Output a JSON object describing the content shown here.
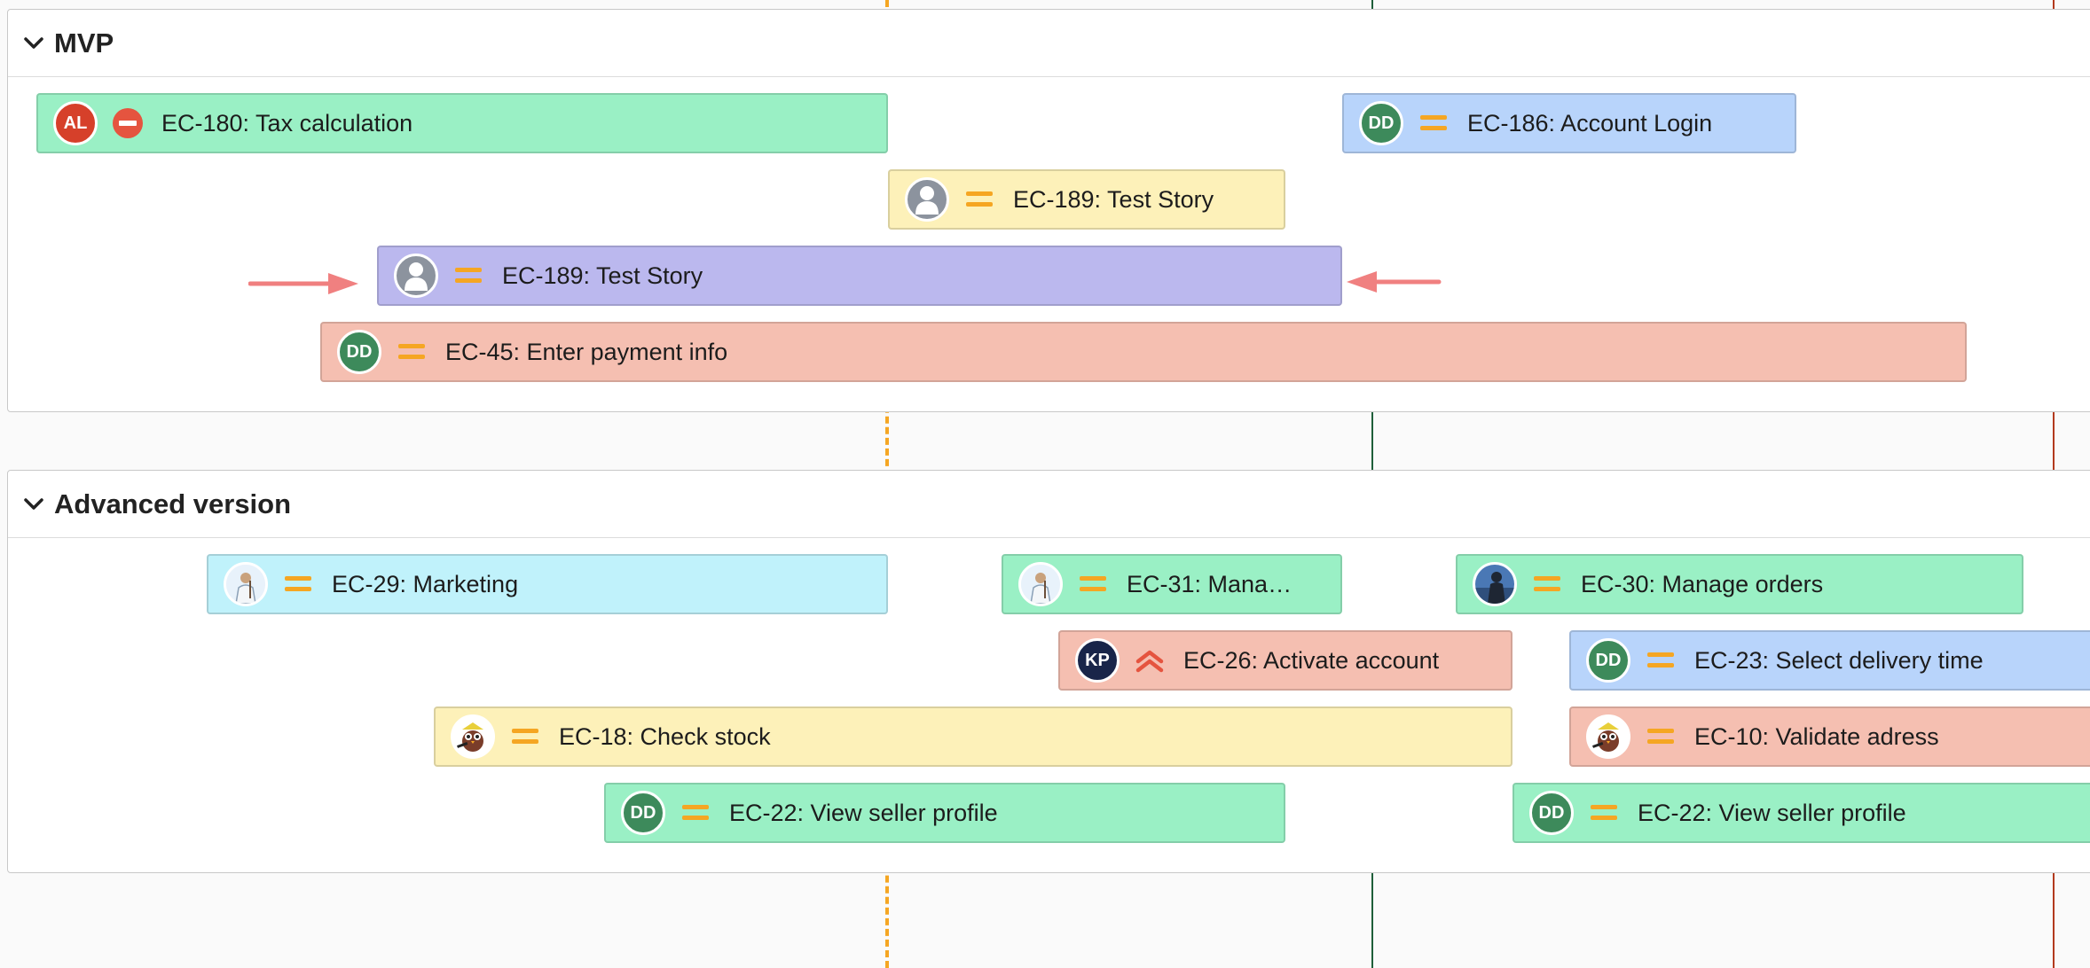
{
  "groups": [
    {
      "title": "MVP",
      "bars": [
        {
          "label": "EC-180: Tax calculation",
          "avatar_text": "AL"
        },
        {
          "label": "EC-186: Account Login",
          "avatar_text": "DD"
        },
        {
          "label": "EC-189: Test Story",
          "avatar_text": ""
        },
        {
          "label": "EC-189: Test Story",
          "avatar_text": ""
        },
        {
          "label": "EC-45: Enter payment info",
          "avatar_text": "DD"
        }
      ]
    },
    {
      "title": "Advanced version",
      "bars": [
        {
          "label": "EC-29: Marketing",
          "avatar_text": ""
        },
        {
          "label": "EC-31: Mana…",
          "avatar_text": ""
        },
        {
          "label": "EC-30: Manage orders",
          "avatar_text": ""
        },
        {
          "label": "EC-26: Activate account",
          "avatar_text": "KP"
        },
        {
          "label": "EC-23: Select delivery time",
          "avatar_text": "DD"
        },
        {
          "label": "EC-18: Check stock",
          "avatar_text": ""
        },
        {
          "label": "EC-10: Validate adress",
          "avatar_text": ""
        },
        {
          "label": "EC-22: View seller profile",
          "avatar_text": "DD"
        },
        {
          "label": "EC-22: View seller profile",
          "avatar_text": "DD"
        }
      ]
    }
  ],
  "colors": {
    "green": "#9af0c5",
    "blue": "#b8d4fb",
    "yellow": "#fdf1b9",
    "purple": "#bbb8ee",
    "salmon": "#f5bfb1",
    "cyan": "#c0f2fb",
    "today_marker": "#f5a623",
    "release_marker_green": "#1f5f3a",
    "release_marker_red": "#b23a1e",
    "arrow": "#f08080"
  },
  "icons": {
    "collapse": "chevron-down-icon",
    "priority_medium": "priority-medium-icon",
    "priority_blocker": "priority-blocker-icon",
    "priority_high": "priority-high-icon",
    "avatar_placeholder": "user-placeholder-icon",
    "drag_arrow": "arrow-icon"
  }
}
